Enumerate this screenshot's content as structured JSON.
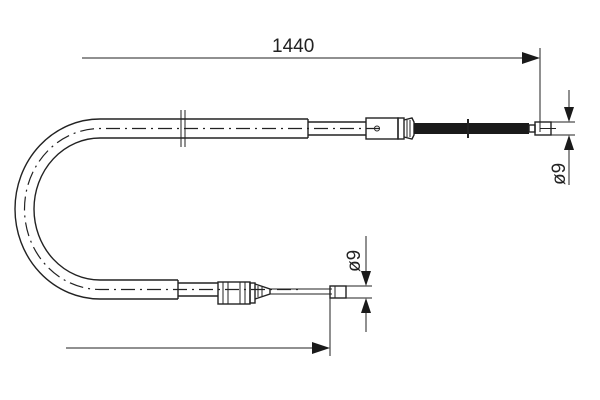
{
  "drawing": {
    "type": "technical-drawing",
    "subject": "hand brake cable",
    "colors": {
      "line": "#222222",
      "background": "#ffffff"
    },
    "dimensions": {
      "length": {
        "value": "1440",
        "unit": "mm"
      },
      "end_diameter_top": {
        "label": "ø9"
      },
      "end_diameter_bottom": {
        "label": "ø9"
      }
    }
  }
}
